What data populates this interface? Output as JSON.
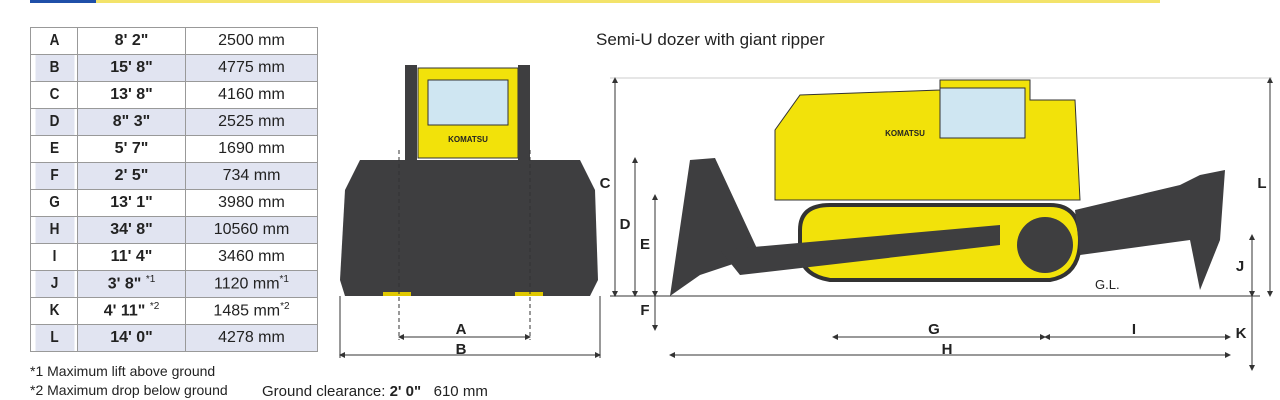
{
  "title": "Semi-U dozer with giant ripper",
  "rows": [
    {
      "key": "A",
      "imperial": "8' 2\"",
      "metric": "2500 mm"
    },
    {
      "key": "B",
      "imperial": "15' 8\"",
      "metric": "4775 mm"
    },
    {
      "key": "C",
      "imperial": "13' 8\"",
      "metric": "4160 mm"
    },
    {
      "key": "D",
      "imperial": "8\" 3\"",
      "metric": "2525 mm"
    },
    {
      "key": "E",
      "imperial": "5' 7\"",
      "metric": "1690 mm"
    },
    {
      "key": "F",
      "imperial": "2' 5\"",
      "metric": "734 mm"
    },
    {
      "key": "G",
      "imperial": "13' 1\"",
      "metric": "3980 mm"
    },
    {
      "key": "H",
      "imperial": "34' 8\"",
      "metric": "10560 mm"
    },
    {
      "key": "I",
      "imperial": "11' 4\"",
      "metric": "3460 mm"
    },
    {
      "key": "J",
      "imperial": "3' 8\"",
      "imperial_note": "*1",
      "metric": "1120 mm",
      "metric_note": "*1"
    },
    {
      "key": "K",
      "imperial": "4' 11\"",
      "imperial_note": "*2",
      "metric": "1485 mm",
      "metric_note": "*2"
    },
    {
      "key": "L",
      "imperial": "14' 0\"",
      "metric": "4278 mm"
    }
  ],
  "notes": [
    "*1 Maximum lift above ground",
    "*2 Maximum drop below ground"
  ],
  "ground_clearance": {
    "label": "Ground clearance:",
    "imperial": "2' 0\"",
    "metric": "610 mm"
  },
  "diagram": {
    "brand": "KOMATSU",
    "ground_line": "G.L.",
    "labels": {
      "A": "A",
      "B": "B",
      "C": "C",
      "D": "D",
      "E": "E",
      "F": "F",
      "G": "G",
      "H": "H",
      "I": "I",
      "J": "J",
      "K": "K",
      "L": "L"
    }
  },
  "colors": {
    "machine": "#f2e20a",
    "blade": "#3e3e40",
    "accent": "#1f4fa8"
  }
}
